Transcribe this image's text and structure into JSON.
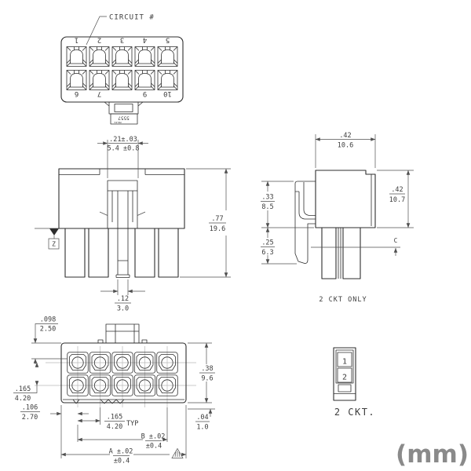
{
  "units_note": "(mm)",
  "colors": {
    "line": "#2e2e2e",
    "dim": "#4f4f4f",
    "centerline": "#b8b8b8",
    "units_gray": "#8a8a8a"
  },
  "top_view": {
    "header_label": "CIRCUIT #",
    "row1": [
      "1",
      "2",
      "3",
      "4",
      "5"
    ],
    "row2": [
      "6",
      "7",
      "9",
      "10"
    ],
    "part_number": "5557",
    "brand": "MOLEX"
  },
  "front_view": {
    "datum": "Z",
    "latch_width": {
      "inch": ".21±.03",
      "mm": "5.4 ±0.8"
    },
    "overall_height": {
      "inch": ".77",
      "mm": "19.6"
    },
    "beam_width": {
      "inch": ".12",
      "mm": "3.0"
    }
  },
  "side_view": {
    "caption": "2 CKT ONLY",
    "ref_c": "C",
    "depth": {
      "inch": ".42",
      "mm": "10.6"
    },
    "height": {
      "inch": ".42",
      "mm": "10.7"
    },
    "latch_upper": {
      "inch": ".33",
      "mm": "8.5"
    },
    "latch_lower": {
      "inch": ".25",
      "mm": "6.3"
    }
  },
  "bottom_view": {
    "edge_offset": {
      "inch": ".098",
      "mm": "2.50"
    },
    "row_pitch": {
      "inch": ".165",
      "mm": "4.20"
    },
    "edge_to_first": {
      "inch": ".106",
      "mm": "2.70"
    },
    "circuit_pitch": {
      "inch": ".165",
      "mm": "4.20",
      "suffix": "TYP"
    },
    "cavity_height": {
      "inch": ".38",
      "mm": "9.6"
    },
    "standoff": {
      "inch": ".04",
      "mm": "1.0"
    },
    "dim_b": {
      "inch": "B ±.02",
      "mm": "±0.4"
    },
    "dim_a": {
      "inch": "A ±.02",
      "mm": "±0.4"
    }
  },
  "two_ckt_view": {
    "caption": "2 CKT.",
    "cavities": [
      "1",
      "2"
    ]
  }
}
